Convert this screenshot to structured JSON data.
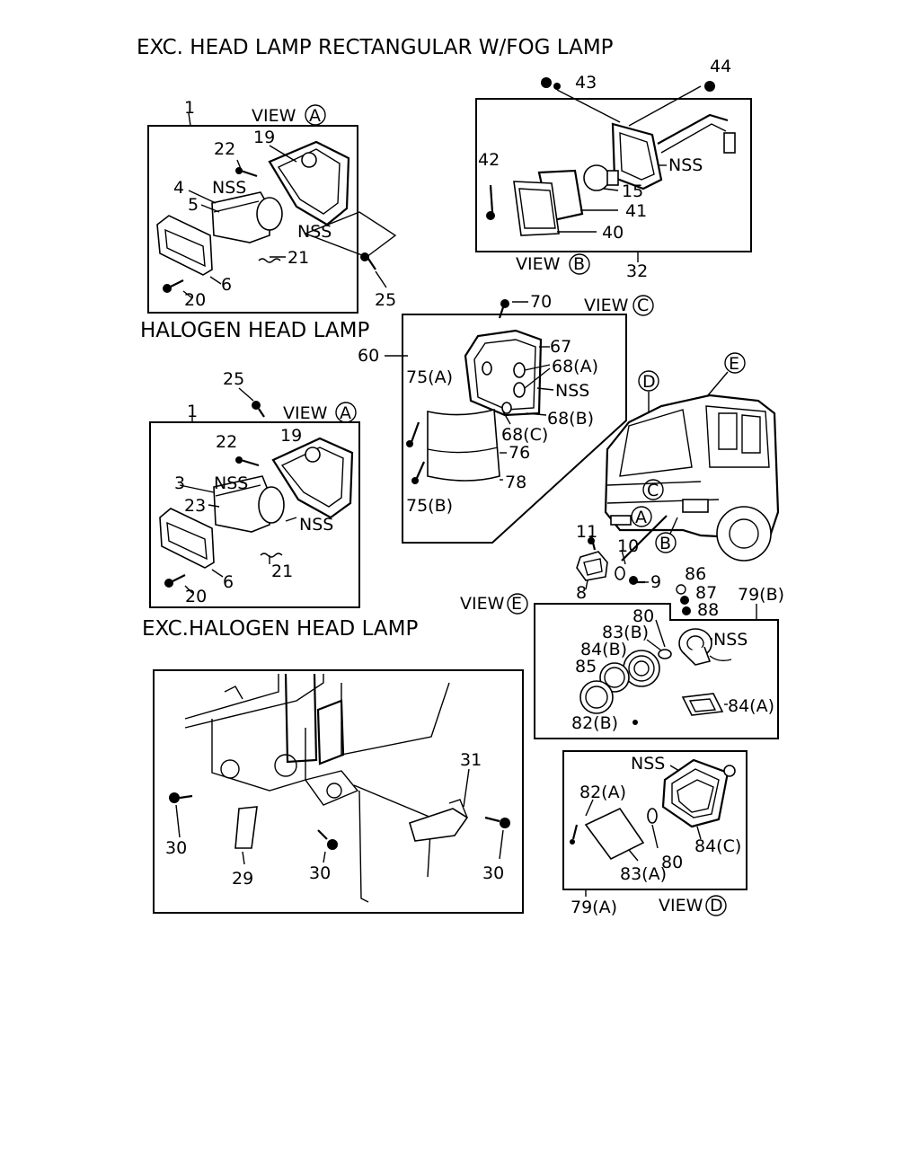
{
  "titles": {
    "top": "EXC. HEAD LAMP RECTANGULAR W/FOG LAMP",
    "halogen": "HALOGEN HEAD LAMP",
    "exc_halogen": "EXC.HALOGEN HEAD LAMP"
  },
  "views": {
    "a1": {
      "word": "VIEW",
      "letter": "A"
    },
    "b": {
      "word": "VIEW",
      "letter": "B"
    },
    "c": {
      "word": "VIEW",
      "letter": "C"
    },
    "a2": {
      "word": "VIEW",
      "letter": "A"
    },
    "e": {
      "word": "VIEW",
      "letter": "E"
    },
    "d": {
      "word": "VIEW",
      "letter": "D"
    }
  },
  "callouts": {
    "truck": [
      "D",
      "E",
      "C",
      "A",
      "B"
    ]
  },
  "labels": {
    "p1": {
      "n1": "1",
      "n22": "22",
      "n19": "19",
      "n4": "4",
      "nss1": "NSS",
      "n5": "5",
      "nss2": "NSS",
      "n21": "21",
      "n25": "25",
      "n6": "6",
      "n20": "20"
    },
    "p2": {
      "n43": "43",
      "n44": "44",
      "n42": "42",
      "nss": "NSS",
      "n15": "15",
      "n41": "41",
      "n40": "40",
      "n32": "32"
    },
    "p3": {
      "n70": "70",
      "n60": "60",
      "n67": "67",
      "n68a": "68(A)",
      "n75a": "75(A)",
      "nss": "NSS",
      "n68b": "68(B)",
      "n68c": "68(C)",
      "n76": "76",
      "n78": "78",
      "n75b": "75(B)"
    },
    "p4": {
      "n25": "25",
      "n1": "1",
      "n22": "22",
      "n19": "19",
      "n3": "3",
      "nss1": "NSS",
      "n23": "23",
      "nss2": "NSS",
      "n6": "6",
      "n21": "21",
      "n20": "20"
    },
    "p5": {
      "n11": "11",
      "n10": "10",
      "n9": "9",
      "n8": "8"
    },
    "p6": {
      "n86": "86",
      "n87": "87",
      "n88": "88",
      "n79b": "79(B)",
      "n80": "80",
      "n83b": "83(B)",
      "nss": "NSS",
      "n84b": "84(B)",
      "n85": "85",
      "n84a": "84(A)",
      "n82b": "82(B)"
    },
    "p7": {
      "n31": "31",
      "n30a": "30",
      "n29": "29",
      "n30b": "30",
      "n30c": "30"
    },
    "p8": {
      "nss": "NSS",
      "n82a": "82(A)",
      "n80": "80",
      "n84c": "84(C)",
      "n83a": "83(A)",
      "n79a": "79(A)"
    }
  }
}
